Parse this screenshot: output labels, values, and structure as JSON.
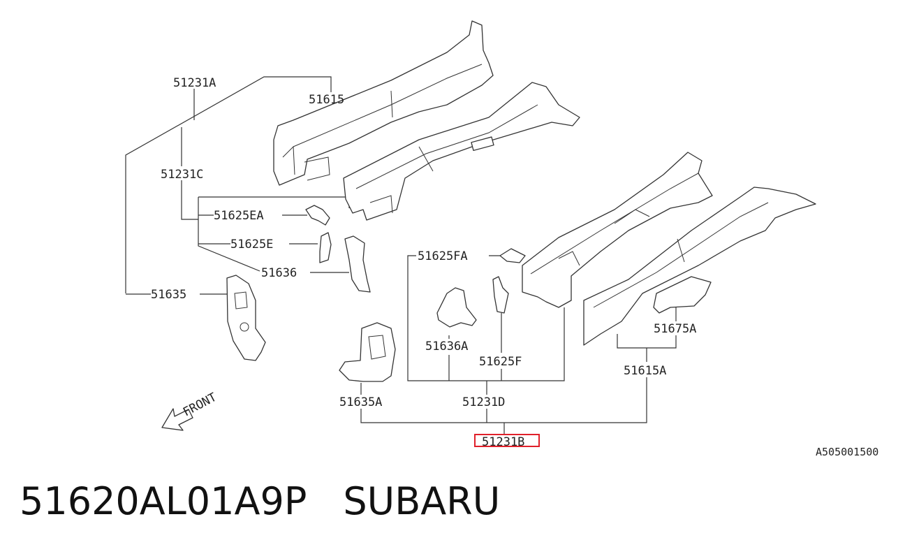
{
  "diagram": {
    "labels": {
      "l51231A": "51231A",
      "l51615": "51615",
      "l51231C": "51231C",
      "l51625EA": "51625EA",
      "l51625E": "51625E",
      "l51636": "51636",
      "l51635": "51635",
      "l51625FA": "51625FA",
      "l51636A": "51636A",
      "l51625F": "51625F",
      "l51675A": "51675A",
      "l51615A": "51615A",
      "l51635A": "51635A",
      "l51231D": "51231D",
      "l51231B": "51231B",
      "front": "FRONT",
      "ref": "A505001500"
    },
    "highlight_color": "#e0202a"
  },
  "footer": {
    "part_number": "51620AL01A9P",
    "brand": "SUBARU"
  }
}
